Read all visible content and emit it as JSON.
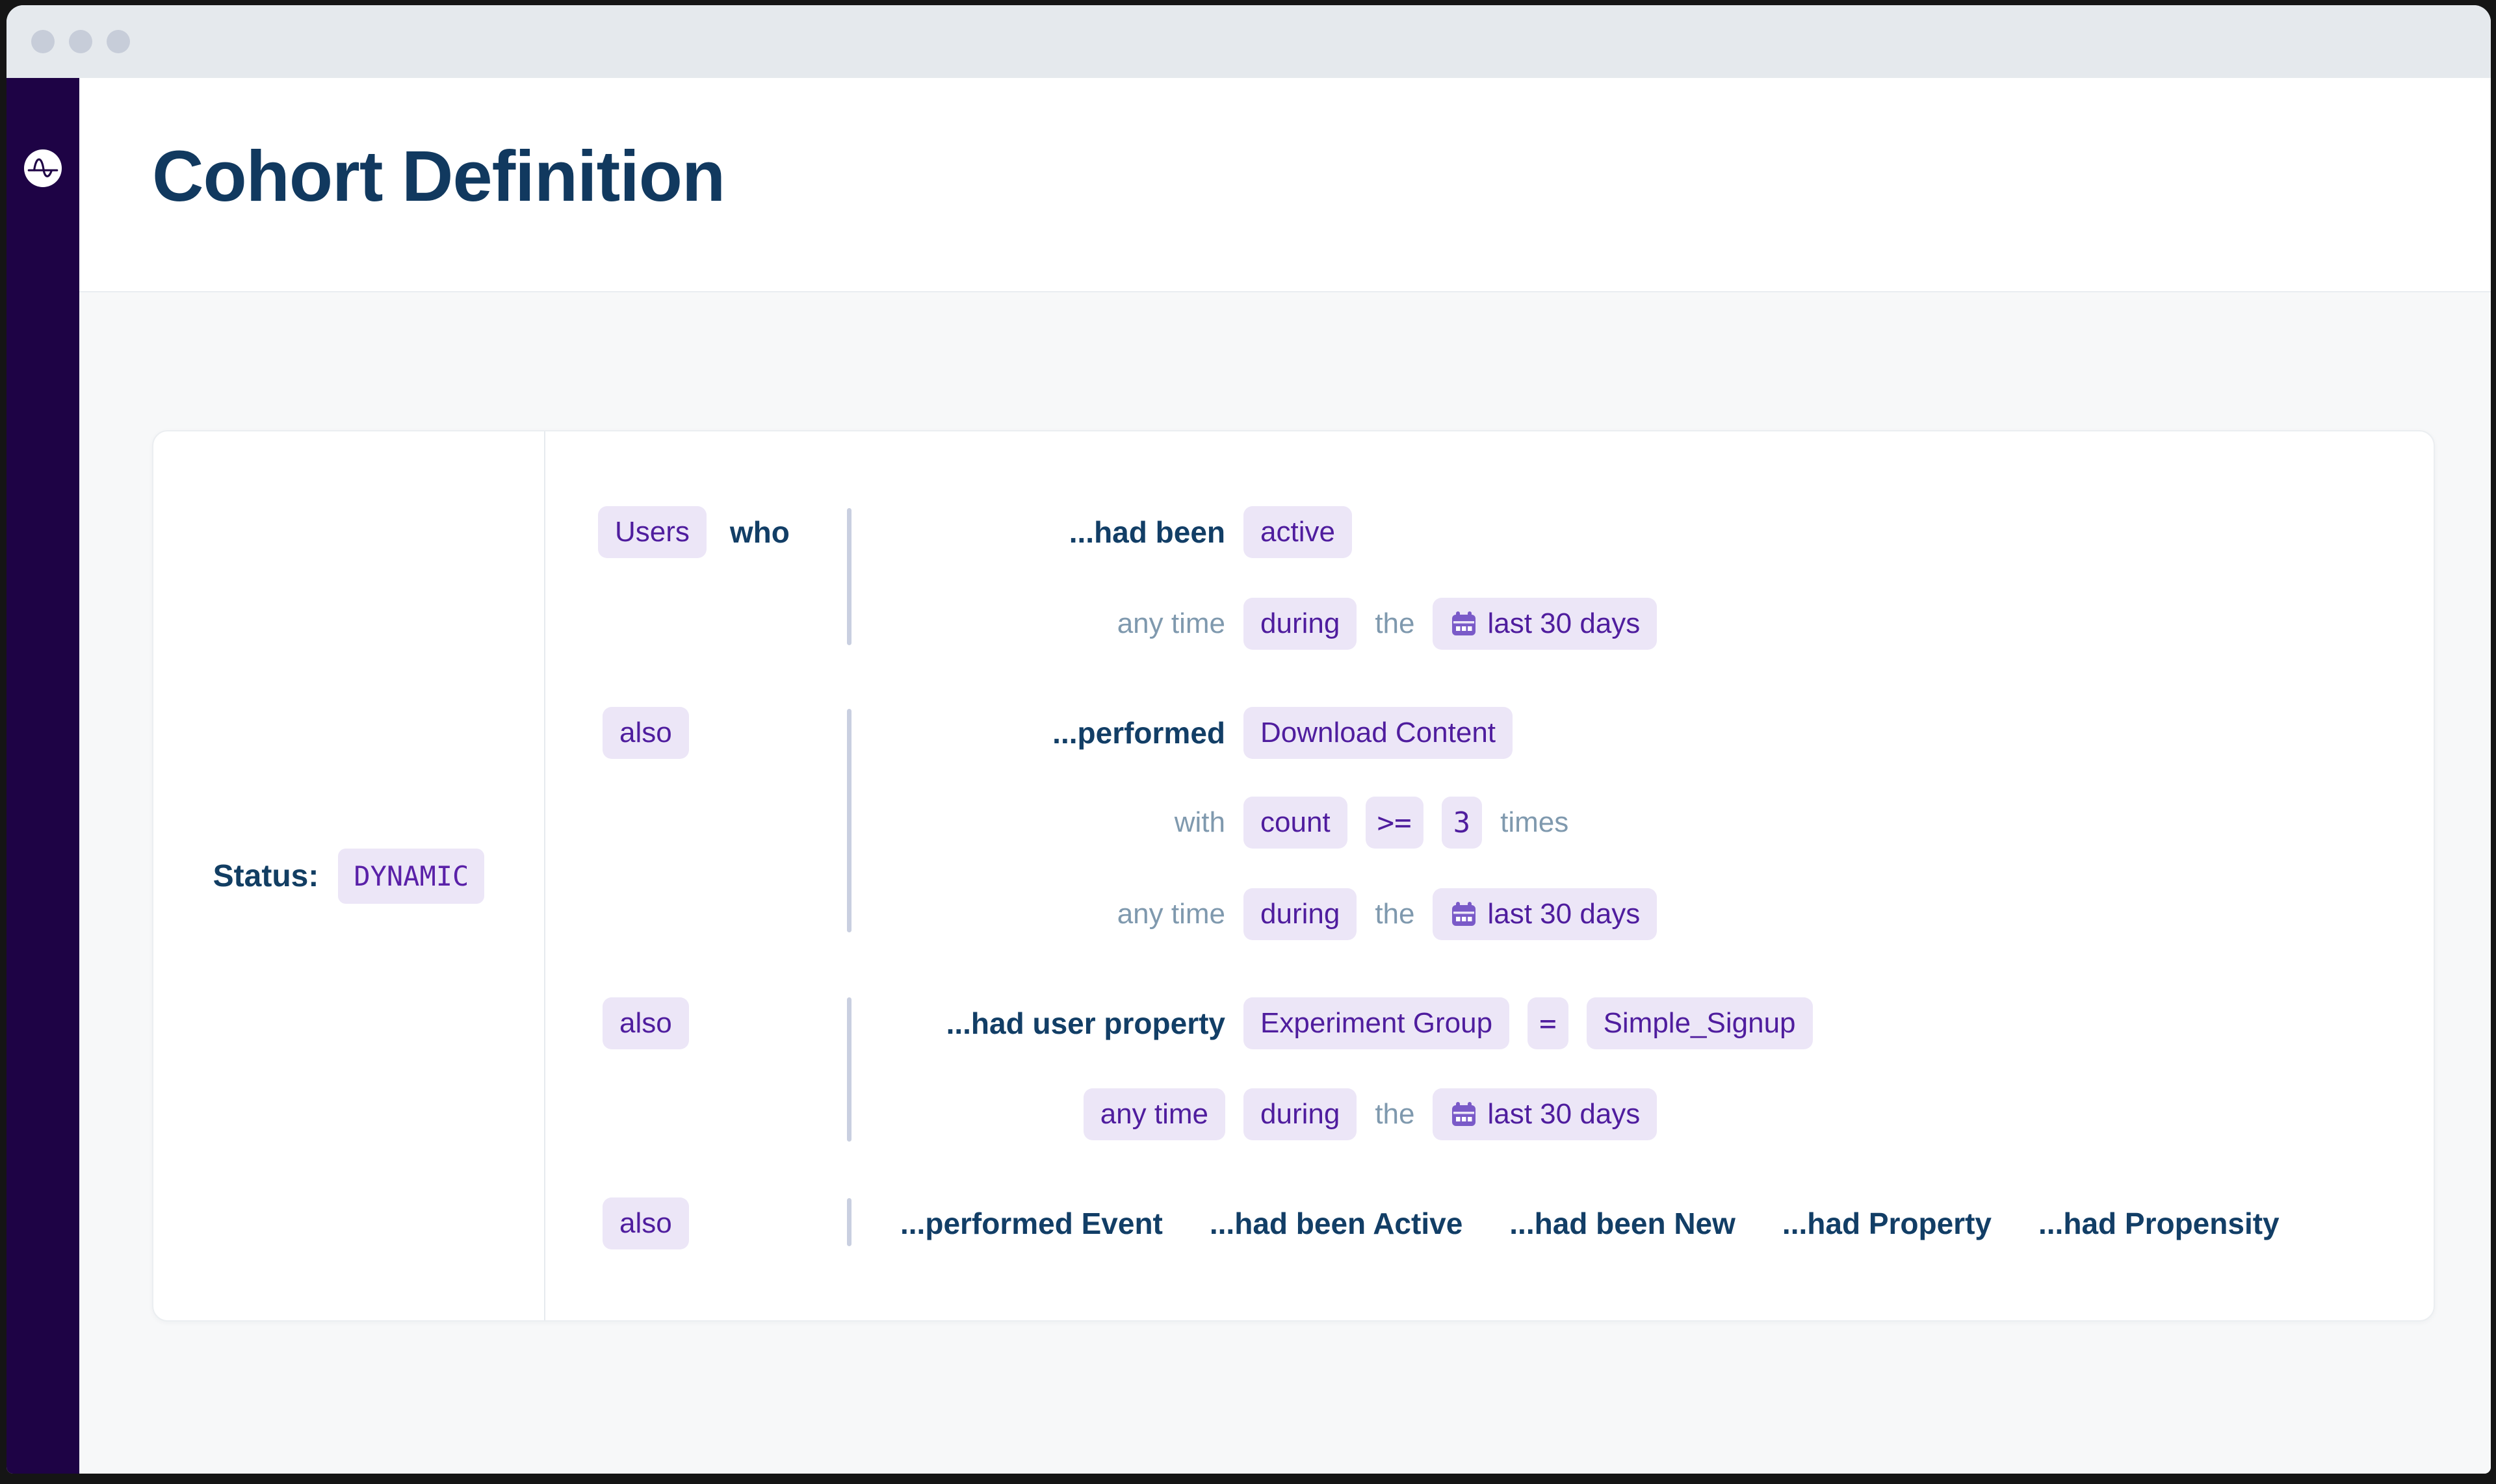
{
  "window": {
    "controls": [
      "close",
      "minimize",
      "maximize"
    ]
  },
  "colors": {
    "sidebar": "#1e0345",
    "titlebar": "#e5e9ed",
    "chip_bg": "#ece6f7",
    "chip_text": "#4f1d9e",
    "navy_text": "#123e66",
    "muted_text": "#7f99ae",
    "status_purple": "#5a21a8",
    "calendar_icon": "#7a5ac8",
    "connector": "#c9cfe0"
  },
  "icons": {
    "logo": "amplitude-logo",
    "calendar": "calendar-icon"
  },
  "header": {
    "title": "Cohort Definition"
  },
  "status": {
    "label": "Status:",
    "value": "DYNAMIC"
  },
  "builder": {
    "users_chip": "Users",
    "who": "who",
    "also": "also",
    "g1": {
      "l1_lead": "...had been",
      "l1_chip": "active",
      "l2_lead": "any time",
      "l2_chip1": "during",
      "l2_the": "the",
      "l2_date": "last 30 days"
    },
    "g2": {
      "l1_lead": "...performed",
      "l1_chip": "Download Content",
      "l2_lead": "with",
      "l2_chip1": "count",
      "l2_op": ">=",
      "l2_val": "3",
      "l2_tail": "times",
      "l3_lead": "any time",
      "l3_chip1": "during",
      "l3_the": "the",
      "l3_date": "last 30 days"
    },
    "g3": {
      "l1_lead": "...had user property",
      "l1_chip1": "Experiment Group",
      "l1_op": "=",
      "l1_chip2": "Simple_Signup",
      "l2_lead_chip": "any time",
      "l2_chip1": "during",
      "l2_the": "the",
      "l2_date": "last 30 days"
    },
    "g4": {
      "options": [
        "...performed Event",
        "...had been Active",
        "...had been New",
        "...had Property",
        "...had Propensity"
      ]
    }
  }
}
